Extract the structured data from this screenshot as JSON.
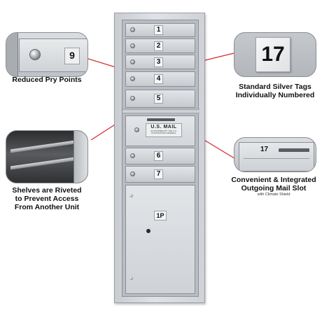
{
  "mailbox": {
    "doors": [
      {
        "label": "1"
      },
      {
        "label": "2"
      },
      {
        "label": "3"
      },
      {
        "label": "4"
      },
      {
        "label": "5"
      },
      {
        "label": "6"
      },
      {
        "label": "7"
      }
    ],
    "outgoing_plate": {
      "title": "U.S. MAIL",
      "fine_print": "AUTHORIZED BY THE U.S. POSTMASTER GENERAL"
    },
    "parcel_label": "1P"
  },
  "callouts": {
    "pry_points": {
      "tag_number": "9",
      "caption": "Reduced Pry Points"
    },
    "silver_tags": {
      "tag_number": "17",
      "caption_line1": "Standard Silver Tags",
      "caption_line2": "Individually Numbered"
    },
    "shelves": {
      "caption_line1": "Shelves are Riveted",
      "caption_line2": "to Prevent Access",
      "caption_line3": "From Another Unit"
    },
    "outgoing_slot": {
      "tag_number": "17",
      "caption_line1": "Convenient & Integrated",
      "caption_line2": "Outgoing Mail Slot",
      "caption_sub": "with Climate Shield"
    }
  },
  "colors": {
    "leader_line": "#d7262b",
    "metal": "#d1d4d8",
    "caption_text": "#111111"
  }
}
